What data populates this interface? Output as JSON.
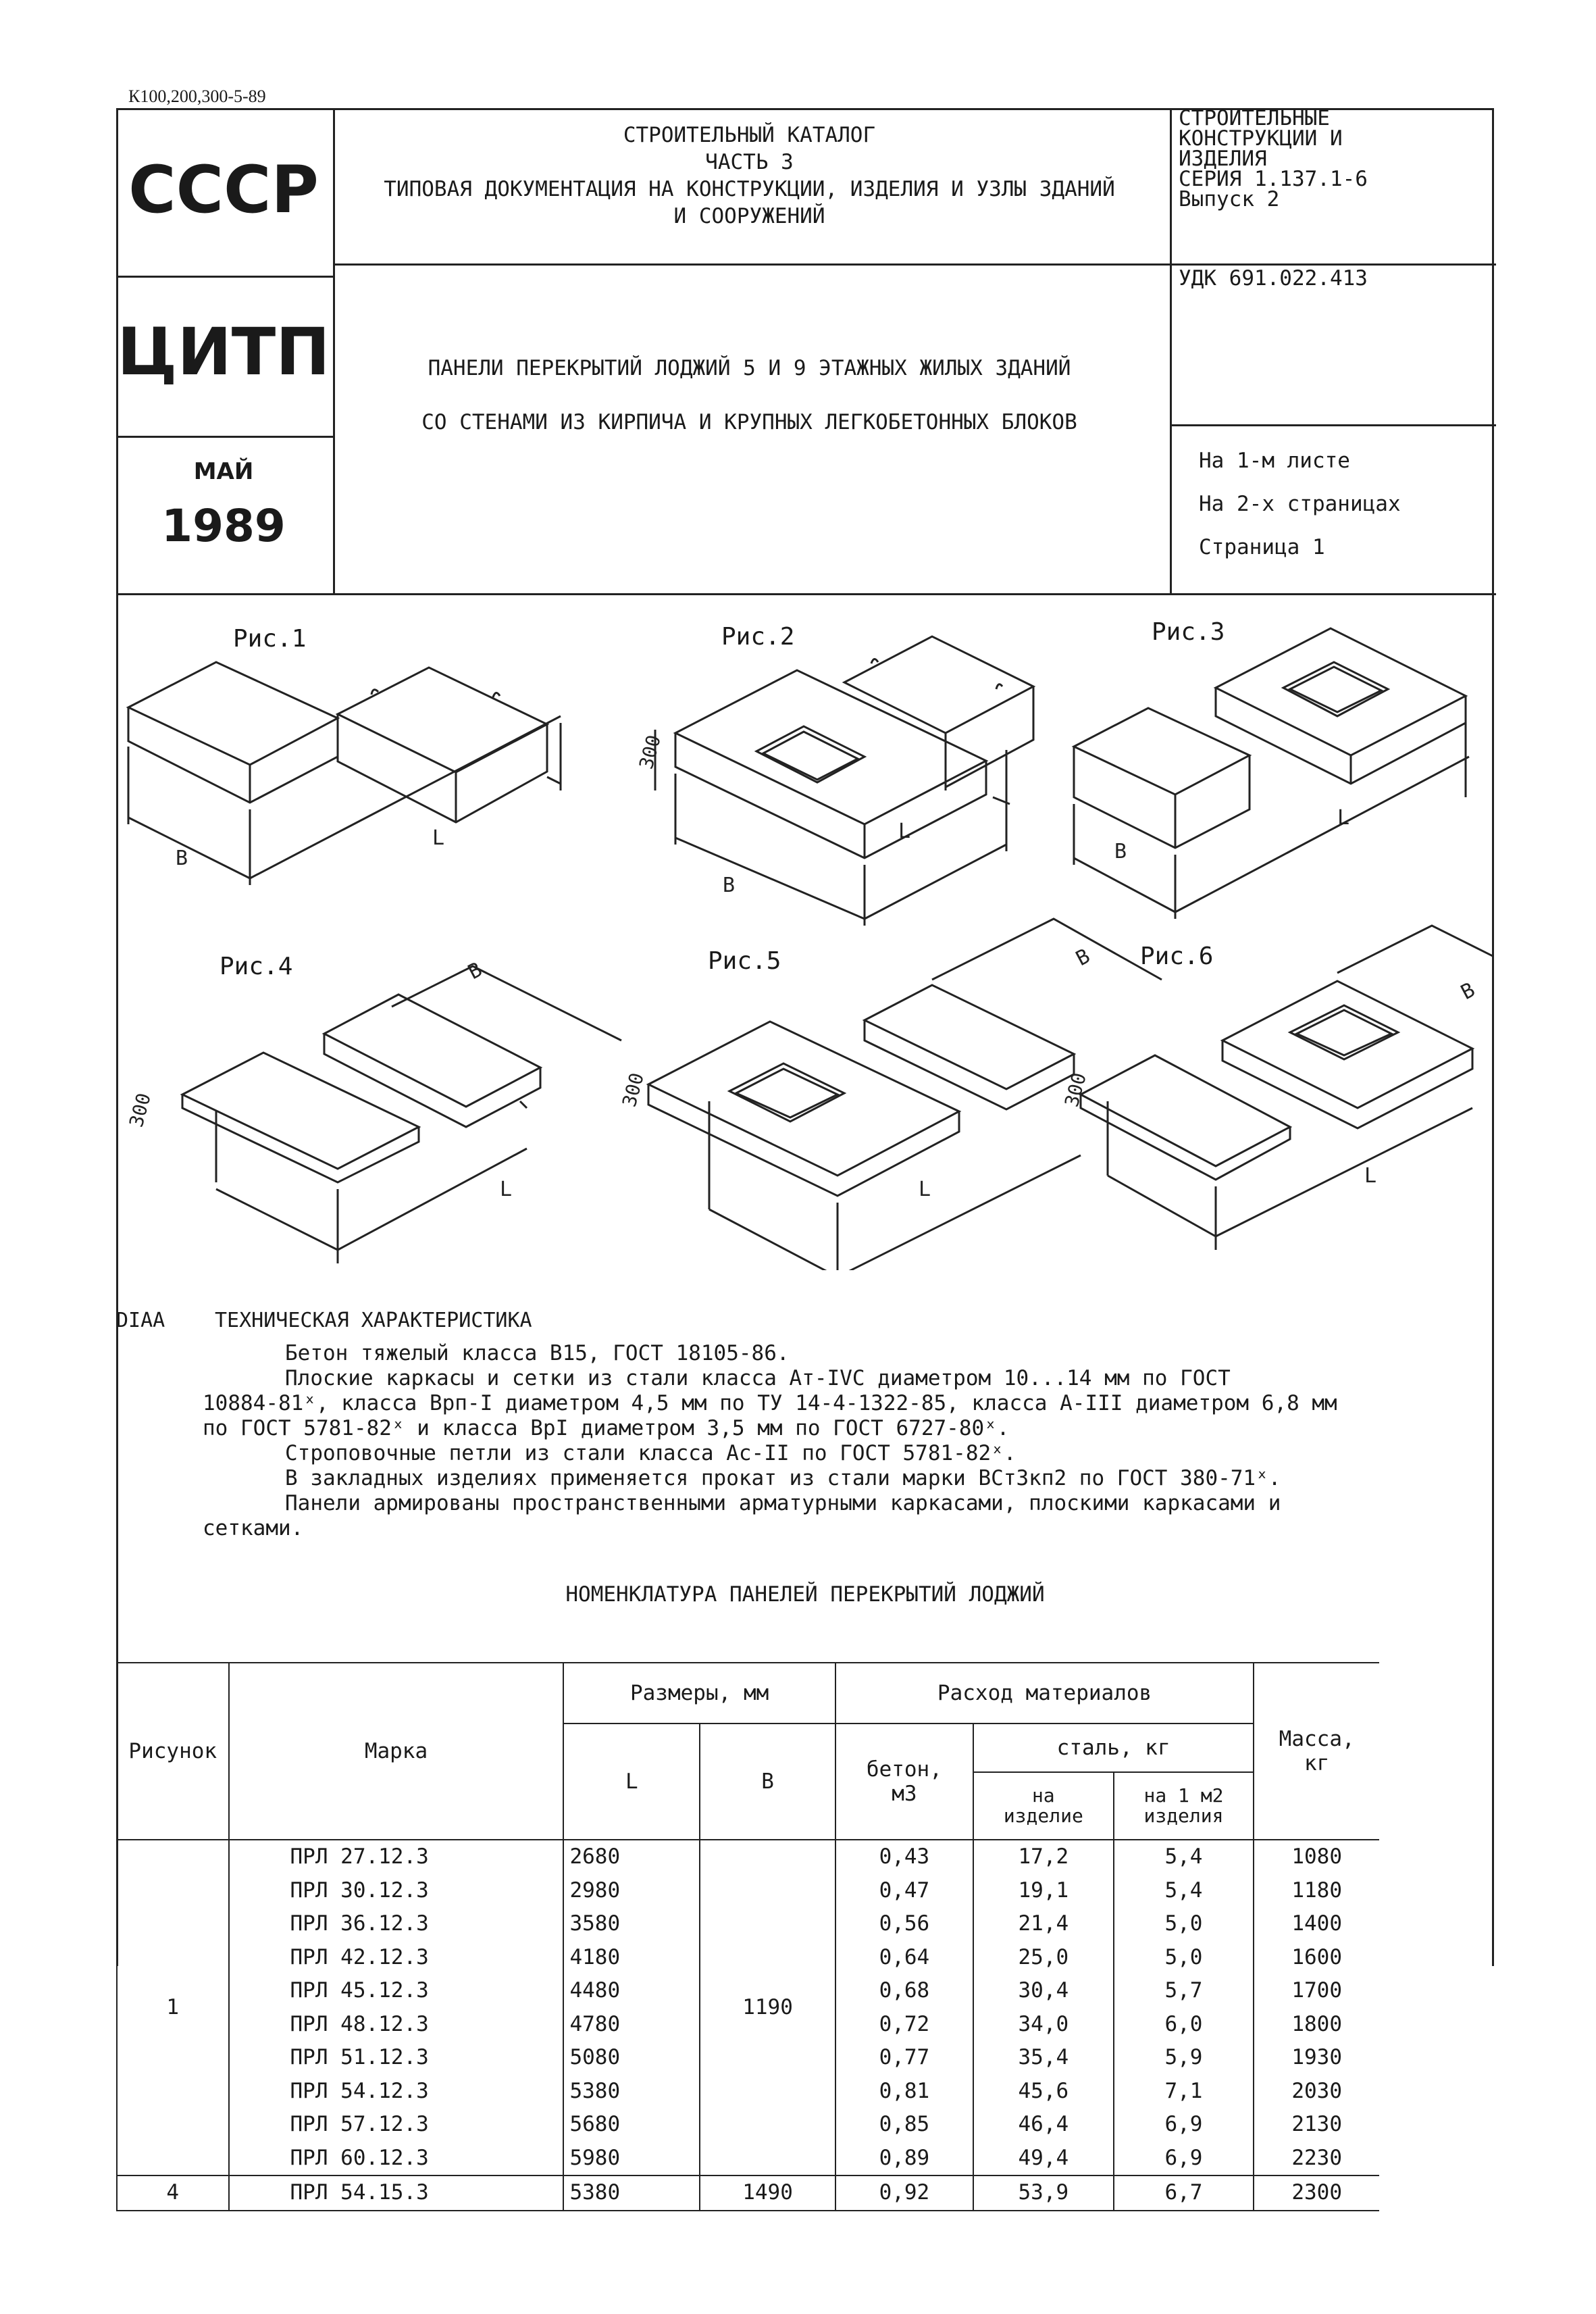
{
  "doc_code": "К100,200,300-5-89",
  "header": {
    "org_country": "СССР",
    "org_name": "ЦИТП",
    "month": "МАЙ",
    "year": "1989",
    "catalog_title": "СТРОИТЕЛЬНЫЙ КАТАЛОГ",
    "catalog_part": "ЧАСТЬ 3",
    "catalog_subtitle_1": "ТИПОВАЯ ДОКУМЕНТАЦИЯ НА КОНСТРУКЦИИ, ИЗДЕЛИЯ И УЗЛЫ ЗДАНИЙ",
    "catalog_subtitle_2": "И СООРУЖЕНИЙ",
    "section_1": "СТРОИТЕЛЬНЫЕ",
    "section_2": "КОНСТРУКЦИИ И",
    "section_3": "ИЗДЕЛИЯ",
    "series": "СЕРИЯ 1.137.1-6",
    "issue": "Выпуск 2",
    "udc": "УДК 691.022.413",
    "product_title_1": "ПАНЕЛИ ПЕРЕКРЫТИЙ ЛОДЖИЙ 5 И 9 ЭТАЖНЫХ ЖИЛЫХ ЗДАНИЙ",
    "product_title_2": "СО СТЕНАМИ ИЗ КИРПИЧА И КРУПНЫХ ЛЕГКОБЕТОННЫХ БЛОКОВ",
    "sheets_1": "На 1-м листе",
    "sheets_2": "На 2-х страницах",
    "page": "Страница 1"
  },
  "figures": {
    "labels": [
      "Рис.1",
      "Рис.2",
      "Рис.3",
      "Рис.4",
      "Рис.5",
      "Рис.6"
    ],
    "dim_h": "300",
    "dim_l": "L",
    "dim_b": "В"
  },
  "spec": {
    "code": "DIAA",
    "title": "ТЕХНИЧЕСКАЯ ХАРАКТЕРИСТИКА",
    "lines": [
      "Бетон тяжелый класса В15, ГОСТ 18105-86.",
      "Плоские каркасы и сетки из стали класса Ат-IVС диаметром 10...14 мм по ГОСТ",
      "10884-81ˣ, класса Врп-I диаметром 4,5 мм по ТУ 14-4-1322-85, класса А-III диаметром 6,8 мм",
      "по ГОСТ 5781-82ˣ и класса ВрI диаметром 3,5 мм по ГОСТ 6727-80ˣ.",
      "Строповочные петли из стали класса Ас-II по ГОСТ 5781-82ˣ.",
      "В закладных изделиях применяется прокат из стали марки ВСт3кп2 по ГОСТ 380-71ˣ.",
      "Панели армированы пространственными арматурными каркасами, плоскими каркасами и",
      "сетками."
    ],
    "table_title": "НОМЕНКЛАТУРА ПАНЕЛЕЙ ПЕРЕКРЫТИЙ ЛОДЖИЙ"
  },
  "table": {
    "headers": {
      "figure": "Рисунок",
      "mark": "Марка",
      "dims": "Размеры, мм",
      "L": "L",
      "B": "В",
      "consumption": "Расход материалов",
      "concrete": "бетон,",
      "concrete_unit": "м3",
      "steel": "сталь, кг",
      "per_item_1": "на",
      "per_item_2": "изделие",
      "per_m2_1": "на 1 м2",
      "per_m2_2": "изделия",
      "mass_1": "Масса,",
      "mass_2": "кг"
    },
    "group1_figure": "1",
    "group1_b": "1190",
    "rows": [
      {
        "mark": "ПРЛ 27.12.3",
        "L": "2680",
        "concrete": "0,43",
        "steel_item": "17,2",
        "steel_m2": "5,4",
        "mass": "1080"
      },
      {
        "mark": "ПРЛ 30.12.3",
        "L": "2980",
        "concrete": "0,47",
        "steel_item": "19,1",
        "steel_m2": "5,4",
        "mass": "1180"
      },
      {
        "mark": "ПРЛ 36.12.3",
        "L": "3580",
        "concrete": "0,56",
        "steel_item": "21,4",
        "steel_m2": "5,0",
        "mass": "1400"
      },
      {
        "mark": "ПРЛ 42.12.3",
        "L": "4180",
        "concrete": "0,64",
        "steel_item": "25,0",
        "steel_m2": "5,0",
        "mass": "1600"
      },
      {
        "mark": "ПРЛ 45.12.3",
        "L": "4480",
        "concrete": "0,68",
        "steel_item": "30,4",
        "steel_m2": "5,7",
        "mass": "1700"
      },
      {
        "mark": "ПРЛ 48.12.3",
        "L": "4780",
        "concrete": "0,72",
        "steel_item": "34,0",
        "steel_m2": "6,0",
        "mass": "1800"
      },
      {
        "mark": "ПРЛ 51.12.3",
        "L": "5080",
        "concrete": "0,77",
        "steel_item": "35,4",
        "steel_m2": "5,9",
        "mass": "1930"
      },
      {
        "mark": "ПРЛ 54.12.3",
        "L": "5380",
        "concrete": "0,81",
        "steel_item": "45,6",
        "steel_m2": "7,1",
        "mass": "2030"
      },
      {
        "mark": "ПРЛ 57.12.3",
        "L": "5680",
        "concrete": "0,85",
        "steel_item": "46,4",
        "steel_m2": "6,9",
        "mass": "2130"
      },
      {
        "mark": "ПРЛ 60.12.3",
        "L": "5980",
        "concrete": "0,89",
        "steel_item": "49,4",
        "steel_m2": "6,9",
        "mass": "2230"
      }
    ],
    "last_row": {
      "figure": "4",
      "mark": "ПРЛ 54.15.3",
      "L": "5380",
      "B": "1490",
      "concrete": "0,92",
      "steel_item": "53,9",
      "steel_m2": "6,7",
      "mass": "2300"
    }
  }
}
